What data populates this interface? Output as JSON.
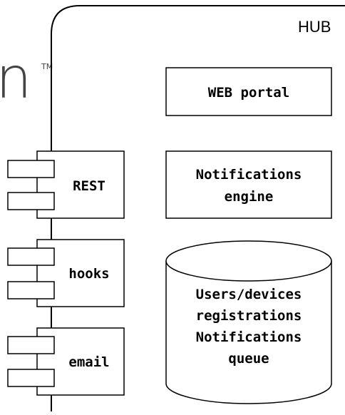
{
  "logo": {
    "fragment": "n",
    "trademark": "TM"
  },
  "hub": {
    "label": "HUB"
  },
  "components": {
    "web_portal": "WEB portal",
    "notifications_engine": [
      "Notifications",
      "engine"
    ],
    "database": [
      "Users/devices",
      "registrations",
      "Notifications",
      "queue"
    ]
  },
  "ports": {
    "rest": "REST",
    "hooks": "hooks",
    "email": "email"
  }
}
